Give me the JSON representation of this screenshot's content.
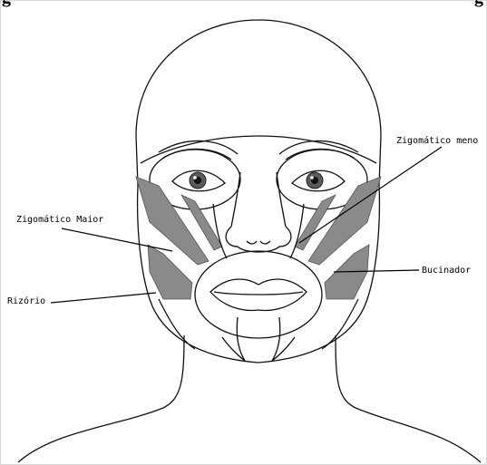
{
  "caption": {
    "left": "g",
    "right": "g"
  },
  "labels": {
    "zigomatico_menor": "Zigomático meno",
    "zigomatico_maior": "Zigomático Maior",
    "bucinador": "Bucinador",
    "risorio": "Rizório"
  },
  "colors": {
    "muscle_fill": "#8a8a8a",
    "line": "#000000",
    "background": "#ffffff"
  }
}
